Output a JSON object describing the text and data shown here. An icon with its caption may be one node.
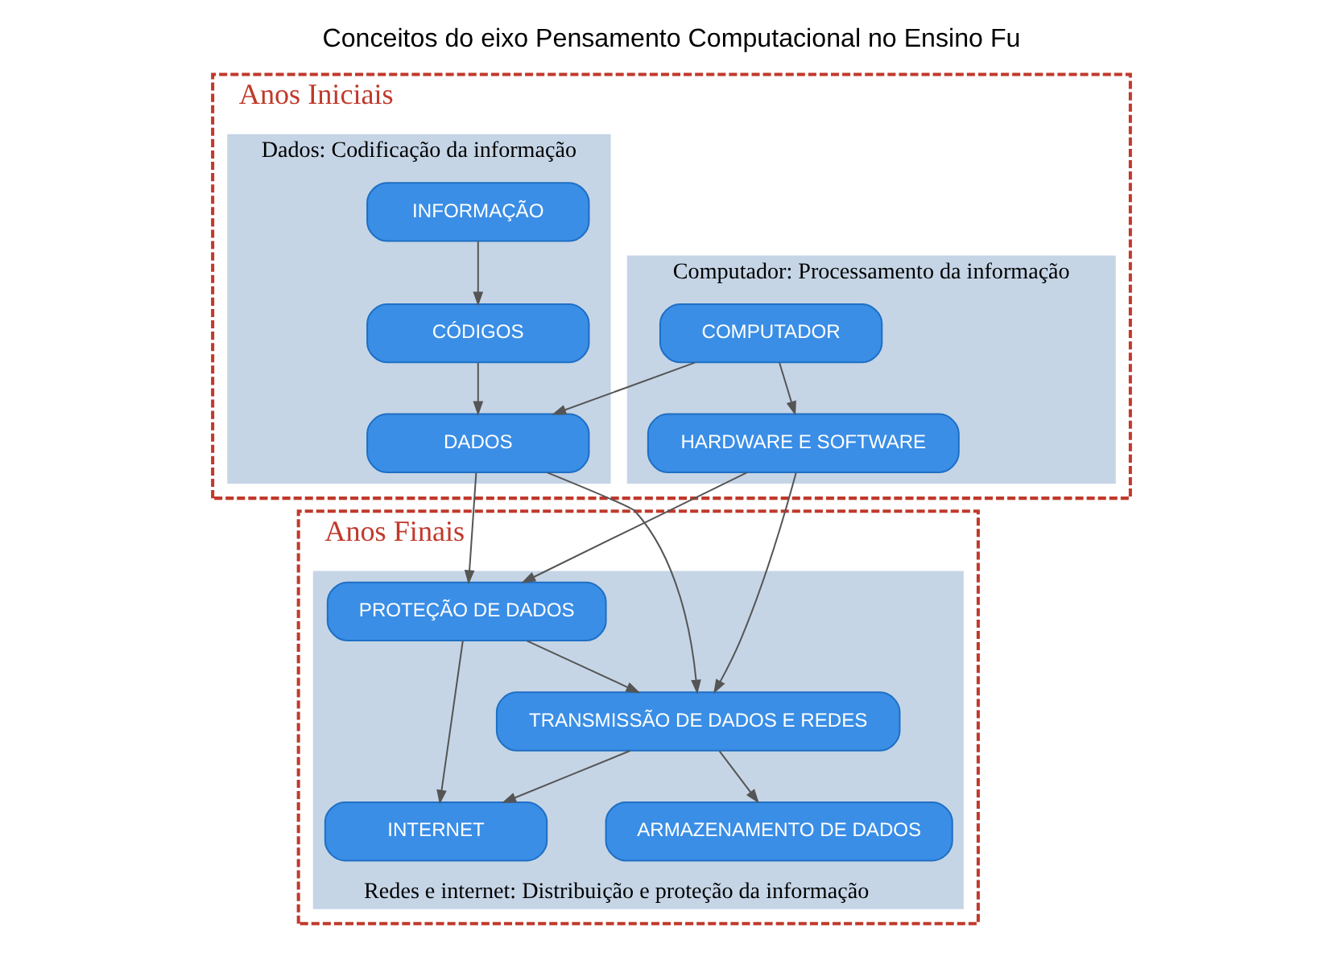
{
  "diagram": {
    "title": "Conceitos do eixo Pensamento Computacional no Ensino Fu",
    "nodes": [
      {
        "text": [
          "Anos Iniciais"
        ]
      },
      {
        "text": [
          "Dados: Codificação da informação"
        ],
        "in": 0
      },
      {
        "text": [
          "INFORMAÇÃO"
        ],
        "in": 1
      },
      {
        "text": [
          "CÓDIGOS"
        ],
        "in": 1
      },
      {
        "text": [
          "DADOS"
        ],
        "in": 1
      },
      {
        "text": [
          "Computador: Processamento da informação"
        ],
        "in": 0
      },
      {
        "text": [
          "COMPUTADOR"
        ],
        "in": 5
      },
      {
        "text": [
          "HARDWARE E SOFTWARE"
        ],
        "in": 5
      },
      {
        "text": [
          "Anos Finais"
        ]
      },
      {
        "text": [
          "Redes e internet: Distribuição e proteção da informação"
        ],
        "in": 8
      },
      {
        "text": [
          "PROTEÇÃO DE DADOS"
        ],
        "in": 9
      },
      {
        "text": [
          "TRANSMISSÃO DE DADOS E REDES"
        ],
        "in": 9
      },
      {
        "text": [
          "INTERNET"
        ],
        "in": 9
      },
      {
        "text": [
          "ARMAZENAMENTO DE DADOS"
        ],
        "in": 9
      }
    ],
    "edges": [
      {
        "from": 2,
        "to": 3,
        "arrow": "to"
      },
      {
        "from": 3,
        "to": 4,
        "arrow": "to"
      },
      {
        "from": 6,
        "to": 4,
        "arrow": "to"
      },
      {
        "from": 6,
        "to": 7,
        "arrow": "to"
      },
      {
        "from": 4,
        "to": 10,
        "arrow": "to"
      },
      {
        "from": 7,
        "to": 10,
        "arrow": "to"
      },
      {
        "from": 4,
        "to": 11,
        "arrow": "to"
      },
      {
        "from": 7,
        "to": 11,
        "arrow": "to"
      },
      {
        "from": 10,
        "to": 11,
        "arrow": "to"
      },
      {
        "from": 10,
        "to": 12,
        "arrow": "to"
      },
      {
        "from": 11,
        "to": 12,
        "arrow": "to"
      },
      {
        "from": 11,
        "to": 13,
        "arrow": "to"
      }
    ]
  }
}
